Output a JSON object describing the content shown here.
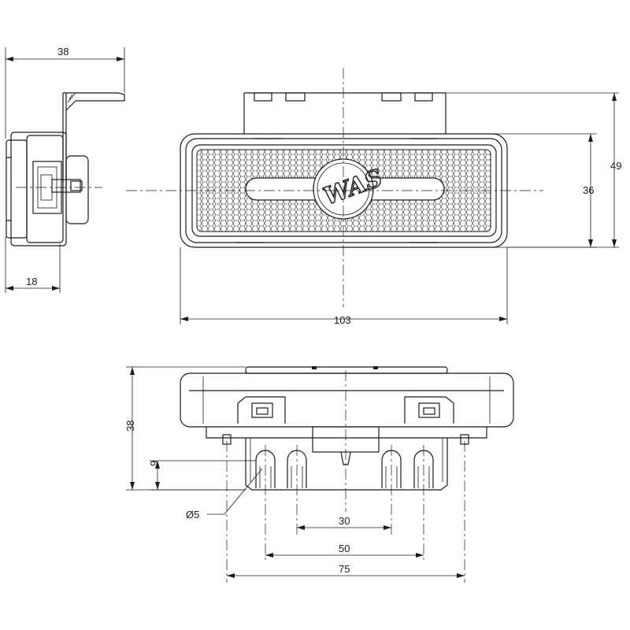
{
  "drawing": {
    "logo_text": "WAS",
    "dimensions": {
      "side_width": "38",
      "side_depth": "18",
      "front_width": "103",
      "front_height_inner": "36",
      "front_height_outer": "49",
      "bottom_height": "38",
      "bottom_offset": "9",
      "hole_diameter": "Ø5",
      "bolt_spacing_inner": "30",
      "bolt_spacing_middle": "50",
      "overall_base_width": "75"
    }
  }
}
